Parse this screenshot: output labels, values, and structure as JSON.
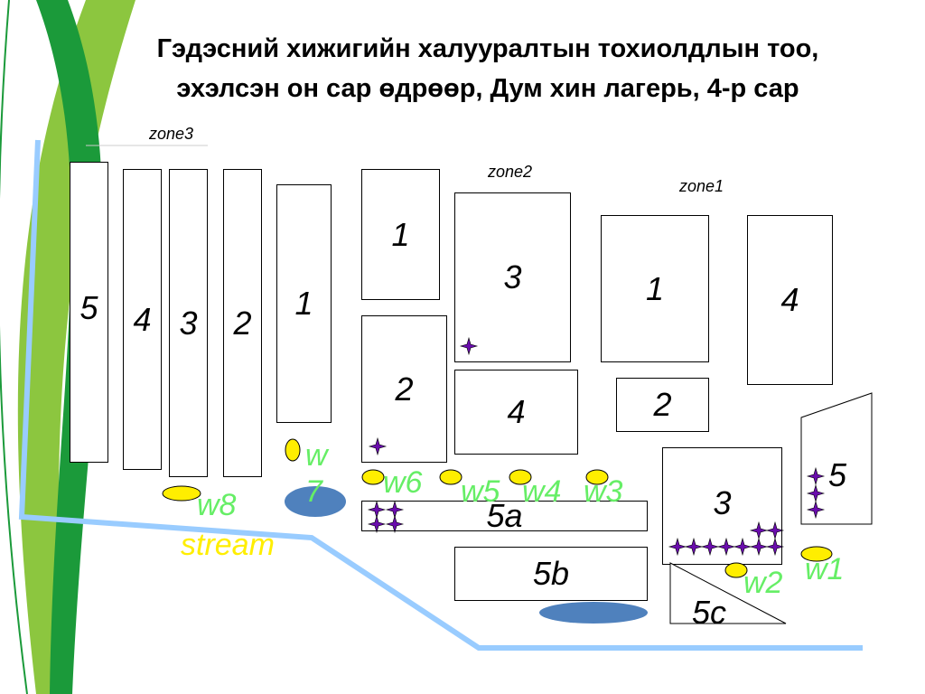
{
  "title": {
    "line1": "Гэдэсний хижигийн халууралтын тохиолдлын тоо,",
    "line2": "эхэлсэн он сар өдрөөр, Дум хин лагерь, 4-р сар"
  },
  "zones": {
    "zone3": "zone3",
    "zone2": "zone2",
    "zone1": "zone1"
  },
  "blocks": {
    "zone3": [
      "5",
      "4",
      "3",
      "2",
      "1"
    ],
    "zone2": [
      "1",
      "2",
      "3",
      "4"
    ],
    "zone1": [
      "1",
      "2",
      "4",
      "5",
      "3"
    ],
    "bottom": [
      "5a",
      "5b",
      "5c"
    ]
  },
  "wells": {
    "w1": "w1",
    "w2": "w2",
    "w3": "w3",
    "w4": "w4",
    "w5": "w5",
    "w6": "w6",
    "w7": "w7",
    "w8": "w8"
  },
  "stream_label": "stream",
  "colors": {
    "well_fill": "#ffee00",
    "well_label": "#66ee66",
    "stream_label": "#ffee00",
    "stream_line": "#99ccff",
    "pond": "#4f81bd",
    "case_marker": "#6a0dad",
    "dark_green": "#1b9a3a",
    "light_green": "#8cc63f"
  },
  "case_marker_icon": "four-point-star-icon"
}
